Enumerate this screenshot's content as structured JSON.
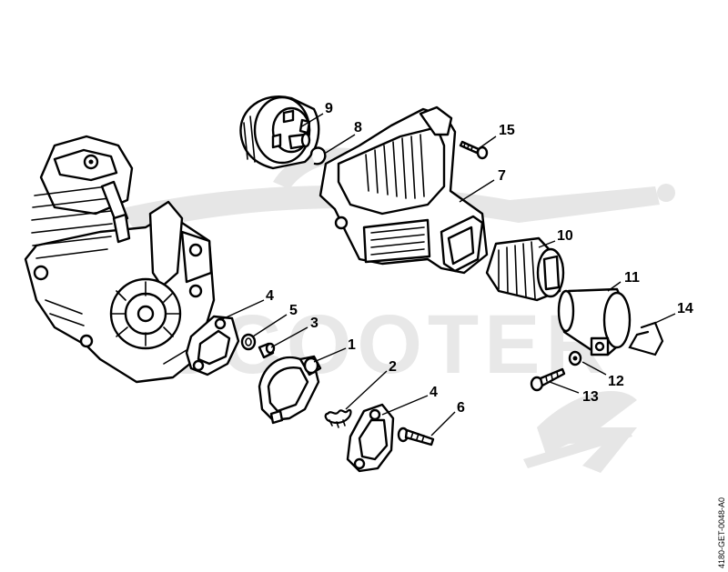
{
  "watermark": {
    "text": "SCOOTER"
  },
  "document_code": "4180-GET-0048-A0",
  "callouts": [
    {
      "id": "c1",
      "label": "1"
    },
    {
      "id": "c2",
      "label": "2"
    },
    {
      "id": "c3",
      "label": "3"
    },
    {
      "id": "c4a",
      "label": "4"
    },
    {
      "id": "c4b",
      "label": "4"
    },
    {
      "id": "c5",
      "label": "5"
    },
    {
      "id": "c6",
      "label": "6"
    },
    {
      "id": "c7",
      "label": "7"
    },
    {
      "id": "c8",
      "label": "8"
    },
    {
      "id": "c9",
      "label": "9"
    },
    {
      "id": "c10",
      "label": "10"
    },
    {
      "id": "c11",
      "label": "11"
    },
    {
      "id": "c12",
      "label": "12"
    },
    {
      "id": "c13",
      "label": "13"
    },
    {
      "id": "c14",
      "label": "14"
    },
    {
      "id": "c15",
      "label": "15"
    }
  ]
}
